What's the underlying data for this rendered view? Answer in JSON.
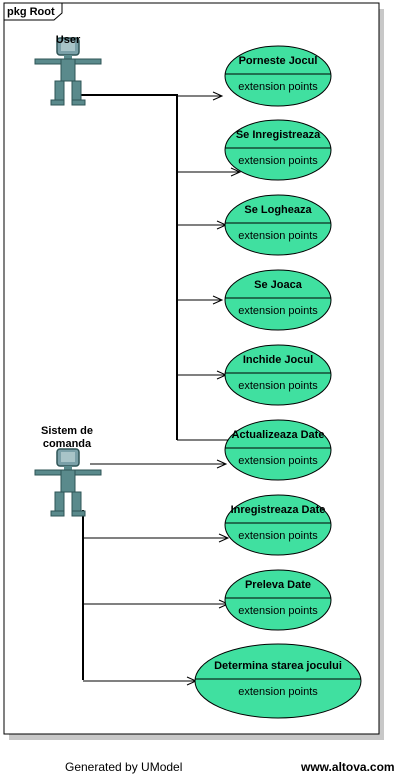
{
  "package": {
    "label": "pkg Root"
  },
  "actors": [
    {
      "id": "user",
      "name_lines": [
        "User"
      ]
    },
    {
      "id": "sistem",
      "name_lines": [
        "Sistem de",
        "comanda"
      ]
    }
  ],
  "use_cases": [
    {
      "name": "Porneste Jocul",
      "section": "extension points",
      "actor": "user"
    },
    {
      "name": "Se Inregistreaza",
      "section": "extension points",
      "actor": "user"
    },
    {
      "name": "Se Logheaza",
      "section": "extension points",
      "actor": "user"
    },
    {
      "name": "Se Joaca",
      "section": "extension points",
      "actor": "user"
    },
    {
      "name": "Inchide Jocul",
      "section": "extension points",
      "actor": "user"
    },
    {
      "name": "Actualizeaza Date",
      "section": "extension points",
      "actor": "user, sistem"
    },
    {
      "name": "Inregistreaza Date",
      "section": "extension points",
      "actor": "sistem"
    },
    {
      "name": "Preleva Date",
      "section": "extension points",
      "actor": "sistem"
    },
    {
      "name": "Determina starea jocului",
      "section": "extension points",
      "actor": "sistem"
    }
  ],
  "colors": {
    "use_case_fill": "#40e0a0",
    "actor_fill": "#5a8a8c",
    "actor_head": "#7aa0a8",
    "frame_shadow": "#b0b0b0"
  },
  "footer": {
    "generator": "Generated by UModel",
    "website": "www.altova.com"
  }
}
